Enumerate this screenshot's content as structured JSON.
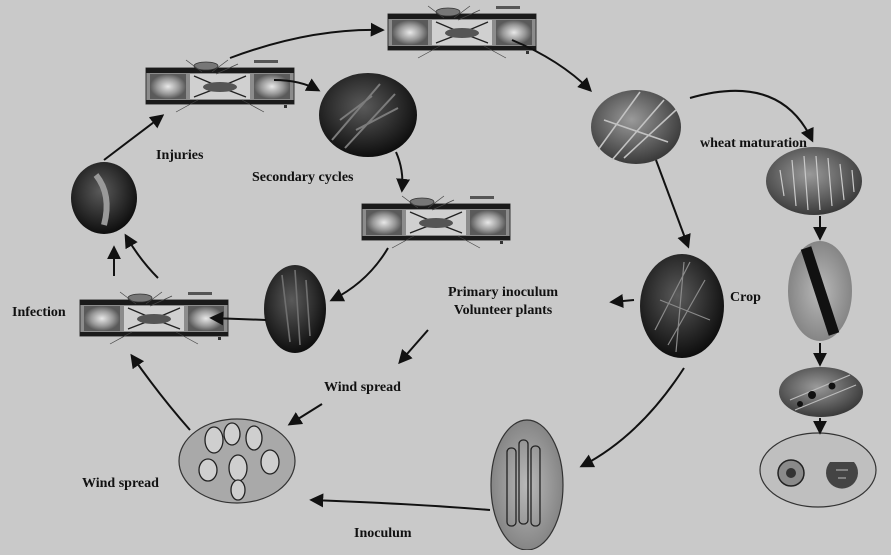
{
  "diagram": {
    "labels": {
      "injuries": "Injuries",
      "secondary_cycles": "Secondary cycles",
      "infection": "Infection",
      "wheat_maturation": "wheat maturation",
      "crop": "Crop",
      "primary_inoculum": "Primary inoculum",
      "volunteer_plants": "Volunteer plants",
      "wind_spread_center": "Wind spread",
      "wind_spread_left": "Wind spread",
      "inoculum": "Inoculum"
    }
  }
}
